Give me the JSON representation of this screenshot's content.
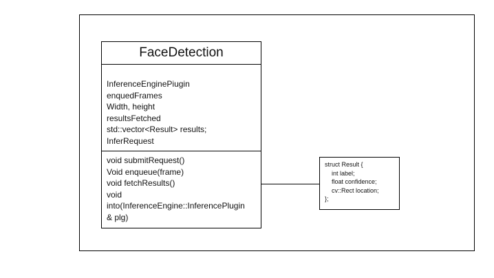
{
  "diagram": {
    "class": {
      "name": "FaceDetection",
      "attributes": [
        "InferenceEnginePiugin",
        "enquedFrames",
        "Width, height",
        "resultsFetched",
        "std::vector<Result> results;",
        "InferRequest"
      ],
      "methods": [
        "void submitRequest()",
        "Void enqueue(frame)",
        "void fetchResults()",
        "void",
        "into(InferenceEngine::InferencePlugin",
        "& plg)"
      ]
    },
    "struct": {
      "lines": [
        "struct Result {",
        "int label;",
        "float confidence;",
        "cv::Rect location;",
        "};"
      ]
    }
  }
}
